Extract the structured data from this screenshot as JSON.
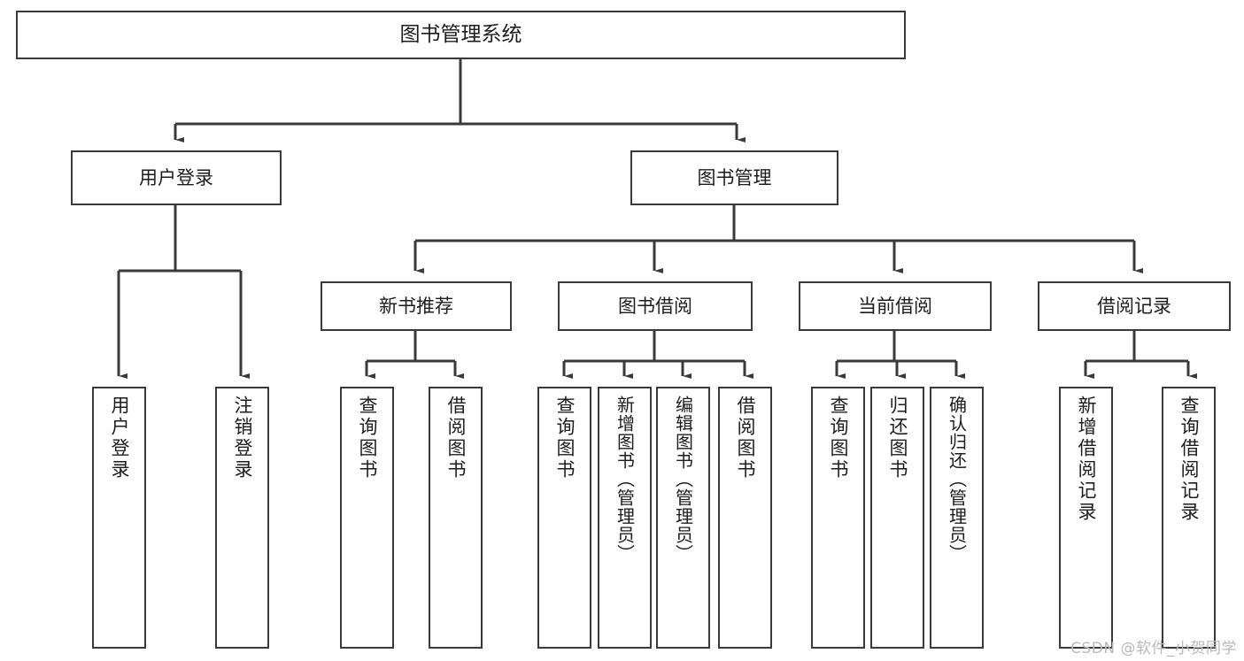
{
  "diagram": {
    "type": "tree",
    "title": "图书管理系统",
    "watermark": "CSDN @软件_小贺同学",
    "colors": {
      "box_border": "#3a3a3a",
      "box_fill": "#ffffff",
      "connector": "#3a3a3a",
      "text": "#1d1d1d",
      "watermark": "#b9b9b9",
      "background": "#ffffff"
    },
    "root": {
      "label": "图书管理系统"
    },
    "level2": [
      {
        "label": "用户登录"
      },
      {
        "label": "图书管理"
      }
    ],
    "level3": [
      {
        "label": "新书推荐"
      },
      {
        "label": "图书借阅"
      },
      {
        "label": "当前借阅"
      },
      {
        "label": "借阅记录"
      }
    ],
    "leaves": {
      "user_login": [
        {
          "label": "用户登录"
        },
        {
          "label": "注销登录"
        }
      ],
      "new_book_recommend": [
        {
          "label": "查询图书"
        },
        {
          "label": "借阅图书"
        }
      ],
      "book_borrow": [
        {
          "label": "查询图书"
        },
        {
          "label": "新增图书（管理员）"
        },
        {
          "label": "编辑图书（管理员）"
        },
        {
          "label": "借阅图书"
        }
      ],
      "current_borrow": [
        {
          "label": "查询图书"
        },
        {
          "label": "归还图书"
        },
        {
          "label": "确认归还（管理员）"
        }
      ],
      "borrow_record": [
        {
          "label": "新增借阅记录"
        },
        {
          "label": "查询借阅记录"
        }
      ]
    }
  }
}
